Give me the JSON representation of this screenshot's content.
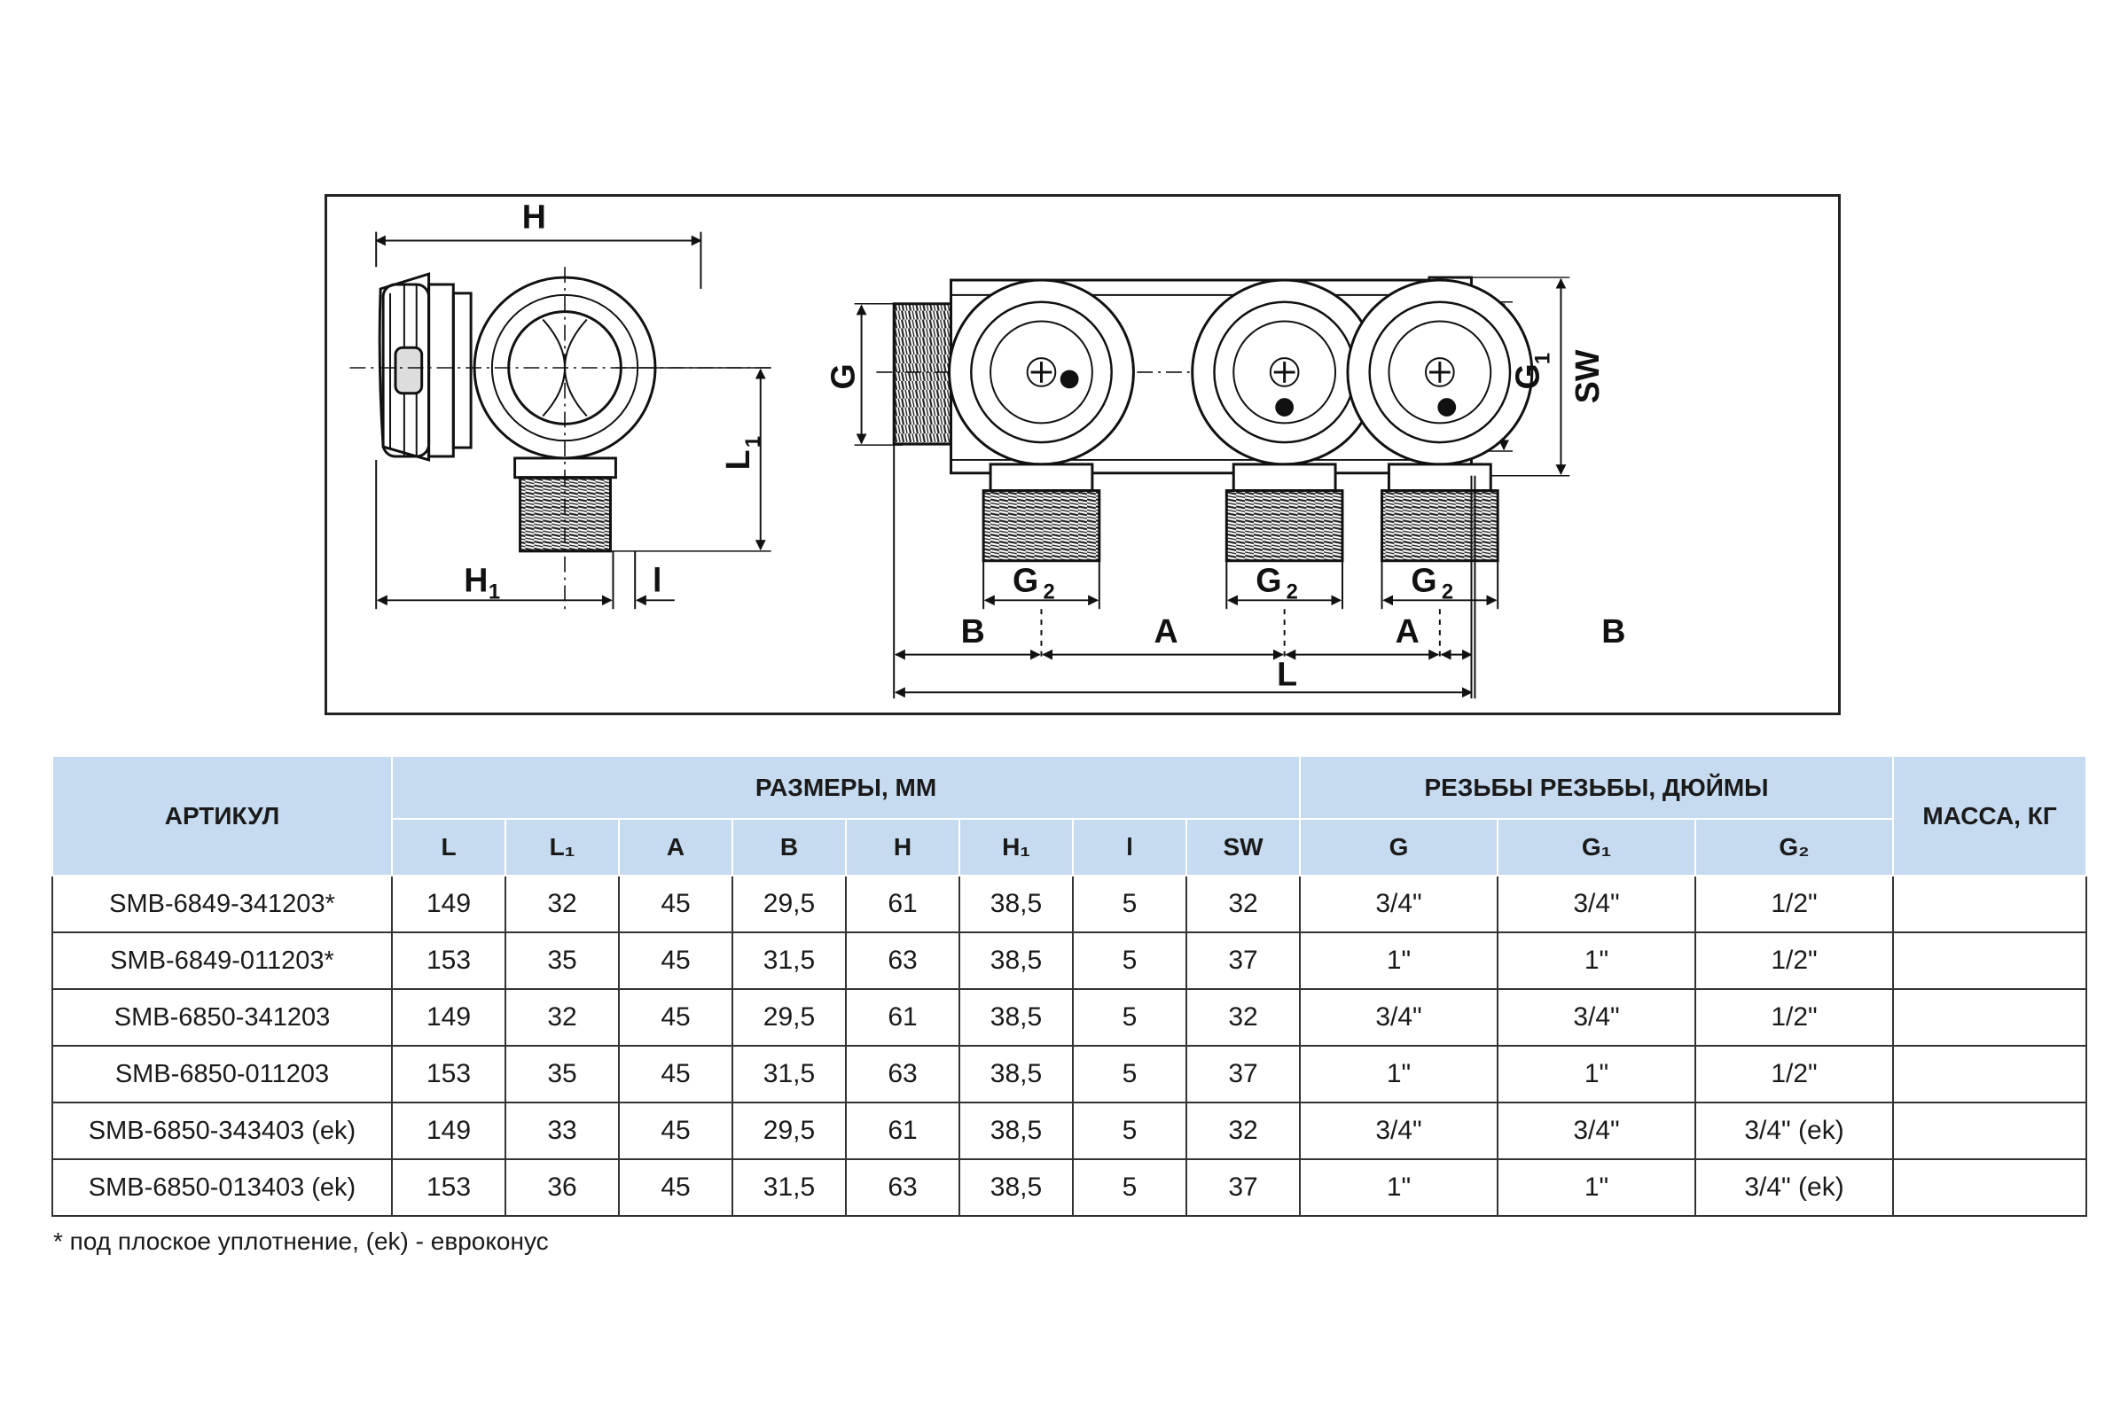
{
  "drawing": {
    "side_labels": {
      "H": "H",
      "L1": "L",
      "L1_sub": "1",
      "H1": "H",
      "H1_sub": "1",
      "l": "l"
    },
    "front_labels": {
      "G": "G",
      "G1": "G",
      "G1_sub": "1",
      "SW": "SW",
      "G2": "G",
      "G2_sub": "2",
      "A": "A",
      "B": "B",
      "L": "L"
    }
  },
  "table": {
    "header_article": "АРТИКУЛ",
    "header_dimensions": "РАЗМЕРЫ, ММ",
    "header_threads": "РЕЗЬБЫ РЕЗЬБЫ, ДЮЙМЫ",
    "header_mass": "МАССА, КГ",
    "columns": [
      "L",
      "L₁",
      "A",
      "B",
      "H",
      "H₁",
      "l",
      "SW",
      "G",
      "G₁",
      "G₂"
    ],
    "rows": [
      [
        "SMB-6849-341203*",
        "149",
        "32",
        "45",
        "29,5",
        "61",
        "38,5",
        "5",
        "32",
        "3/4\"",
        "3/4\"",
        "1/2\"",
        ""
      ],
      [
        "SMB-6849-011203*",
        "153",
        "35",
        "45",
        "31,5",
        "63",
        "38,5",
        "5",
        "37",
        "1\"",
        "1\"",
        "1/2\"",
        ""
      ],
      [
        "SMB-6850-341203",
        "149",
        "32",
        "45",
        "29,5",
        "61",
        "38,5",
        "5",
        "32",
        "3/4\"",
        "3/4\"",
        "1/2\"",
        ""
      ],
      [
        "SMB-6850-011203",
        "153",
        "35",
        "45",
        "31,5",
        "63",
        "38,5",
        "5",
        "37",
        "1\"",
        "1\"",
        "1/2\"",
        ""
      ],
      [
        "SMB-6850-343403 (ek)",
        "149",
        "33",
        "45",
        "29,5",
        "61",
        "38,5",
        "5",
        "32",
        "3/4\"",
        "3/4\"",
        "3/4\" (ek)",
        ""
      ],
      [
        "SMB-6850-013403 (ek)",
        "153",
        "36",
        "45",
        "31,5",
        "63",
        "38,5",
        "5",
        "37",
        "1\"",
        "1\"",
        "3/4\" (ek)",
        ""
      ]
    ]
  },
  "footnote": "* под плоское уплотнение, (ek) - евроконус"
}
